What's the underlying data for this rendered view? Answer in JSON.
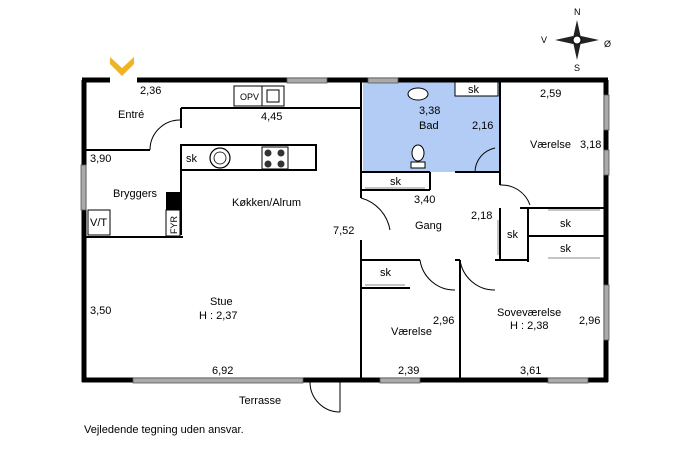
{
  "compass": {
    "n": "N",
    "s": "S",
    "w": "V",
    "e": "Ø"
  },
  "rooms": {
    "entre": {
      "name": "Entré",
      "dim": "2,36"
    },
    "kitchen_top": {
      "dim": "4,45",
      "opv": "OPV",
      "sk": "sk"
    },
    "bad": {
      "name": "Bad",
      "dim_w": "3,38",
      "dim_h": "2,16",
      "sk": "sk"
    },
    "vaer1": {
      "name": "Værelse",
      "dim_w": "2,59",
      "dim_h": "3,18"
    },
    "bryggers": {
      "name": "Bryggers",
      "dim": "3,90",
      "vt": "V/T",
      "fyr": "FYR"
    },
    "kokken": {
      "name": "Køkken/Alrum",
      "dim": "7,52"
    },
    "gang": {
      "name": "Gang",
      "dim_w": "3,40",
      "dim_h": "2,18",
      "sk1": "sk",
      "sk2": "sk"
    },
    "right_sk": {
      "sk1": "sk",
      "sk2": "sk"
    },
    "stue": {
      "name": "Stue",
      "height": "H : 2,37",
      "dim_w": "6,92",
      "dim_h": "3,50"
    },
    "vaer2": {
      "name": "Værelse",
      "dim_w": "2,39",
      "dim_h": "2,96",
      "sk": "sk"
    },
    "sove": {
      "name": "Soveværelse",
      "height": "H : 2,38",
      "dim_w": "3,61",
      "dim_h": "2,96"
    },
    "terrasse": {
      "name": "Terrasse"
    }
  },
  "colors": {
    "bath_fill": "#b3ccf5",
    "wall": "#000000",
    "entry_marker": "#f0b323"
  },
  "footer": "Vejledende tegning uden ansvar."
}
